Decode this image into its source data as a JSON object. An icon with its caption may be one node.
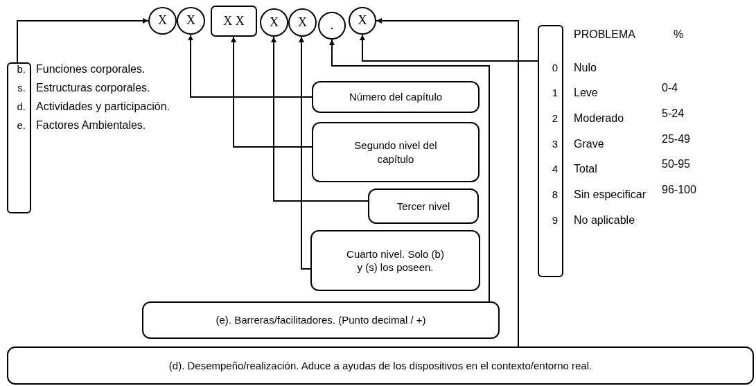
{
  "diagram": {
    "nodes": [
      {
        "text": [
          "X"
        ]
      },
      {
        "text": [
          "X"
        ]
      },
      {
        "text": [
          "X X"
        ]
      },
      {
        "text": [
          "X"
        ]
      },
      {
        "text": [
          "X"
        ]
      },
      {
        "text": [
          "."
        ]
      },
      {
        "text": [
          "X"
        ]
      },
      {
        "text": [
          "b.",
          "s.",
          "d.",
          "e."
        ],
        "beside": [
          "Funciones corporales.",
          "Estructuras corporales.",
          "Actividades y participación.",
          "Factores Ambientales."
        ]
      },
      {
        "text": [
          "0",
          "1",
          "2",
          "3",
          "4",
          "8",
          "9"
        ],
        "beside": [
          "PROBLEMA",
          "%",
          "Nulo",
          "Leve",
          "0-4",
          "Moderado",
          "5-24",
          "Grave",
          "25-49",
          "Total",
          "50-95",
          "Sin especificar",
          "96-100",
          "No aplicable"
        ]
      },
      {
        "text": [
          "Número del capítulo"
        ]
      },
      {
        "text": [
          "Segundo nivel del capítulo"
        ]
      },
      {
        "text": [
          "Tercer nivel"
        ]
      },
      {
        "text": [
          "Cuarto nivel. Solo (b) y (s) los poseen."
        ]
      },
      {
        "text": [
          "(e). Barreras/facilitadores. (Punto decimal / +)"
        ]
      },
      {
        "text": [
          "(d). Desempeño/realización. Aduce a ayudas de los dispositivos en el contexto/entorno real."
        ]
      }
    ],
    "edges": [
      {
        "from": 7,
        "to": 0,
        "arrow": "to"
      },
      {
        "from": 9,
        "to": 1,
        "arrow": "to"
      },
      {
        "from": 10,
        "to": 2,
        "arrow": "to"
      },
      {
        "from": 11,
        "to": 3,
        "arrow": "to"
      },
      {
        "from": 12,
        "to": 4,
        "arrow": "to"
      },
      {
        "from": 13,
        "to": 5,
        "arrow": "to"
      },
      {
        "from": 8,
        "to": 6,
        "arrow": "to"
      },
      {
        "from": 14,
        "to": 6,
        "arrow": "to"
      }
    ]
  }
}
